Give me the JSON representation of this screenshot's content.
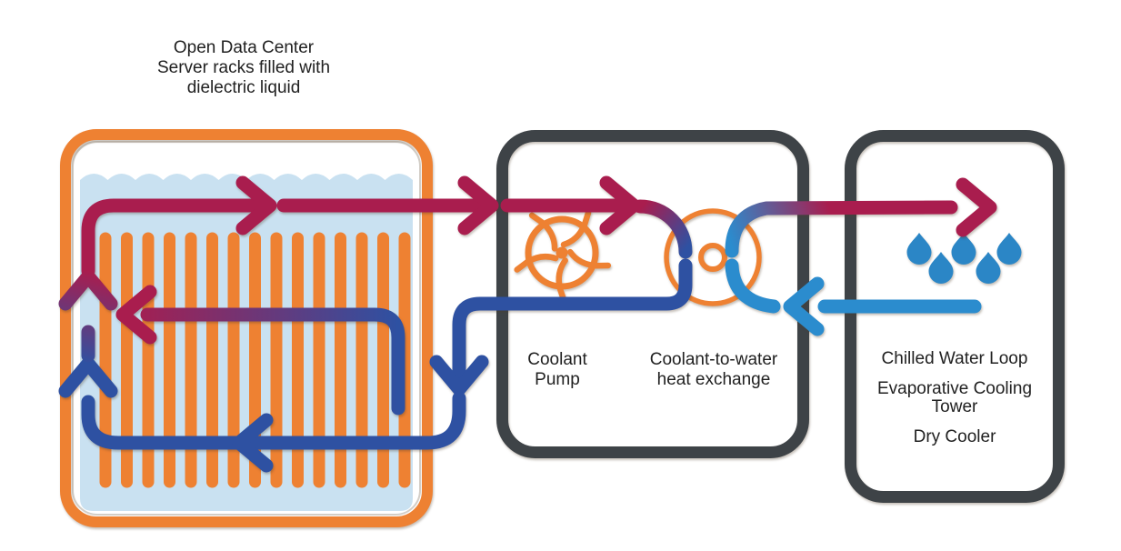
{
  "colors": {
    "hot": "#A91D4E",
    "cold": "#2E51A2",
    "water": "#2B8CCE",
    "droplet": "#2B86C6",
    "orange": "#EE8132",
    "liquid": "#C9E1F1",
    "box_border": "#3E4347",
    "text": "#212121",
    "background": "#FFFFFF"
  },
  "tank": {
    "title_line1": "Open Data Center",
    "title_line2": "Server racks filled with",
    "title_line3": "dielectric liquid"
  },
  "loop_box": {
    "pump_label_line1": "Coolant",
    "pump_label_line2": "Pump",
    "exchanger_label_line1": "Coolant-to-water",
    "exchanger_label_line2": "heat exchange"
  },
  "chiller_box": {
    "label1": "Chilled Water Loop",
    "label2_line1": "Evaporative Cooling",
    "label2_line2": "Tower",
    "label3": "Dry Cooler"
  },
  "icons": {
    "pump": "pump-fan-icon",
    "exchanger": "heat-exchanger-icon",
    "droplets": "water-droplets-icon"
  }
}
